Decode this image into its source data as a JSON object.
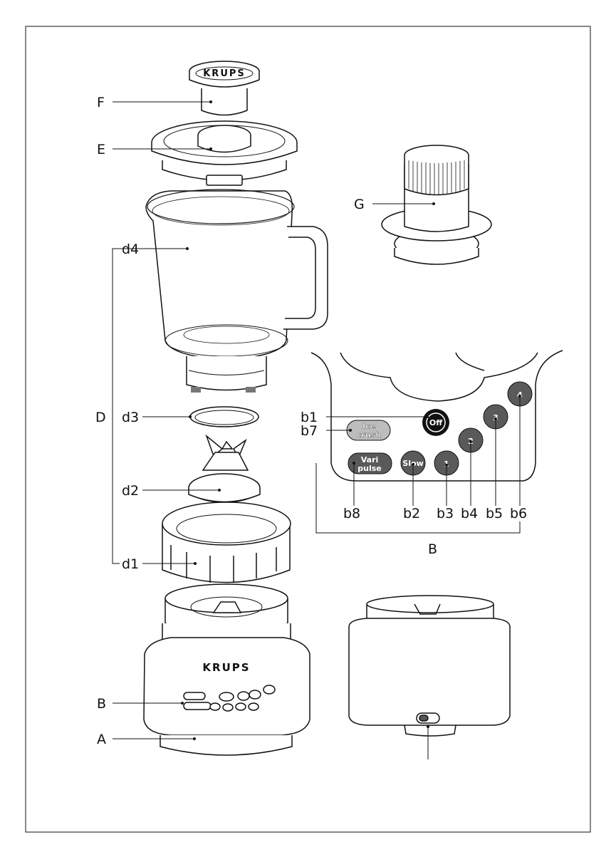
{
  "brand": {
    "lid_cap": "KRUPS",
    "base": "KRUPS"
  },
  "labels": {
    "F": "F",
    "E": "E",
    "G": "G",
    "D": "D",
    "d4": "d4",
    "d3": "d3",
    "d2": "d2",
    "d1": "d1",
    "B": "B",
    "A": "A",
    "B_panel": "B",
    "b1": "b1",
    "b7": "b7",
    "b8": "b8",
    "b2": "b2",
    "b3": "b3",
    "b4": "b4",
    "b5": "b5",
    "b6": "b6"
  },
  "panel_buttons": {
    "off": "Off",
    "ice_line1": "Ice",
    "ice_line2": "crush",
    "vari_line1": "Vari",
    "vari_line2": "pulse",
    "slow": "Slow",
    "speed1": "1",
    "speed2": "2",
    "speed3": "3",
    "speed4": "4"
  },
  "colors": {
    "ink": "#111111",
    "button_dark": "#3a3a3a",
    "button_mid": "#5a5a5a",
    "button_light": "#bdbdbd",
    "paper": "#ffffff"
  }
}
